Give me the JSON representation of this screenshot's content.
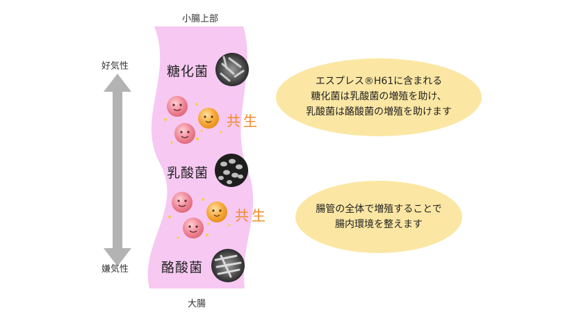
{
  "top_label": "小腸上部",
  "bottom_label": "大腸",
  "scale": {
    "top": "好気性",
    "bottom": "嫌気性"
  },
  "bacteria": [
    {
      "label": "糖化菌"
    },
    {
      "label": "乳酸菌"
    },
    {
      "label": "酪酸菌"
    }
  ],
  "symbiosis": [
    "共生",
    "共生"
  ],
  "bubbles": [
    {
      "lines": [
        "エスプレス®H61に含まれる",
        "糖化菌は乳酸菌の増殖を助け、",
        "乳酸菌は酪酸菌の増殖を助けます"
      ]
    },
    {
      "lines": [
        "腸管の全体で増殖することで",
        "腸内環境を整えます"
      ]
    }
  ],
  "colors": {
    "intestine": "#f6c8f2",
    "bubble": "#fbe7a3",
    "arrow": "#b3b3b3",
    "kyosei": "#f08a2a",
    "pink_cell": "#f07d8f",
    "orange_cell": "#f5a12e"
  }
}
